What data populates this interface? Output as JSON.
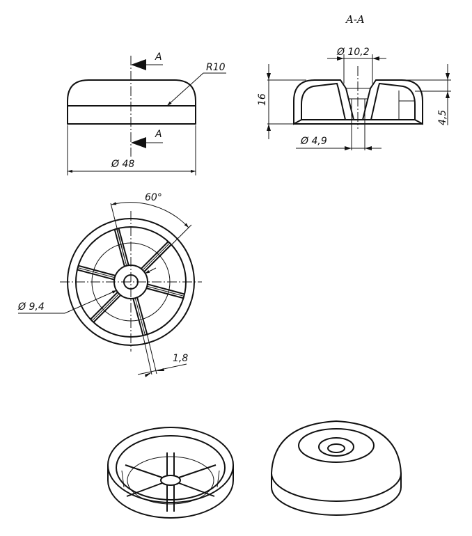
{
  "section_title": "A-A",
  "front_view": {
    "section_mark_top": "A",
    "section_mark_bottom": "A",
    "radius_label": "R10",
    "diameter_label": "Ø 48"
  },
  "section_view": {
    "top_diameter_label": "Ø 10,2",
    "height_label": "16",
    "depth_label": "4,5",
    "hole_diameter_label": "Ø 4,9"
  },
  "bottom_view": {
    "angle_label": "60°",
    "hub_diameter_label": "Ø 9,4",
    "rib_width_label": "1,8"
  },
  "colors": {
    "ink": "#111111",
    "background": "#ffffff"
  }
}
